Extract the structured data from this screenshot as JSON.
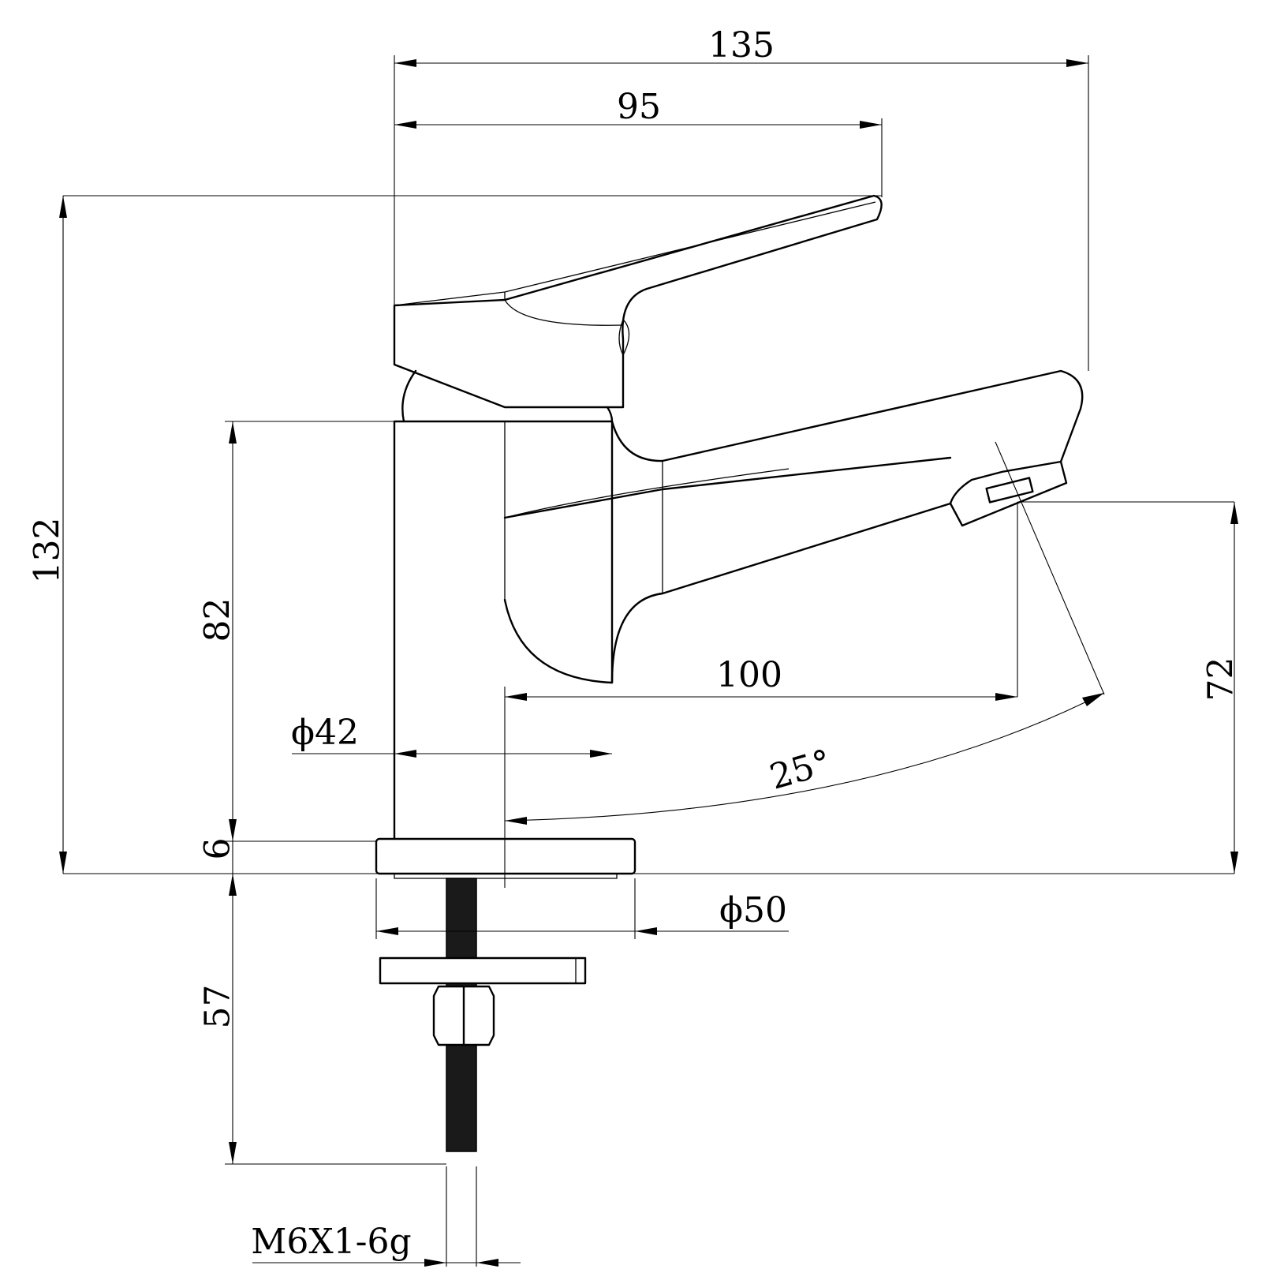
{
  "dimensions": {
    "overall_width": "135",
    "handle_width": "95",
    "overall_height": "132",
    "body_height": "82",
    "base_plate_height": "6",
    "shank_length": "57",
    "spout_reach": "100",
    "spout_height": "72",
    "body_diameter": "ϕ42",
    "base_diameter": "ϕ50",
    "spout_angle": "25°",
    "thread_spec": "M6X1-6g"
  },
  "colors": {
    "line": "#000000",
    "background": "#ffffff"
  }
}
